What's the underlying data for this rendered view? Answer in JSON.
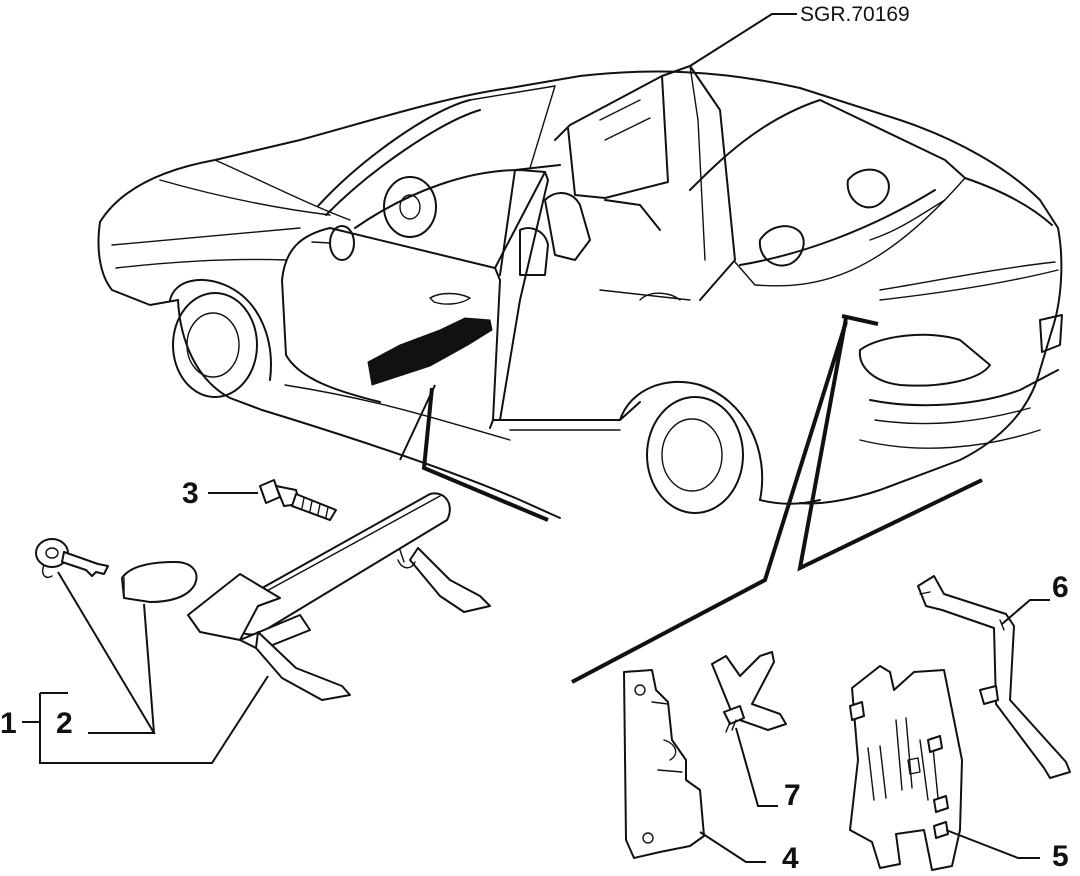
{
  "diagram": {
    "reference_code": "SGR.70169",
    "callouts": {
      "c1": "1",
      "c2": "2",
      "c3": "3",
      "c4": "4",
      "c5": "5",
      "c6": "6",
      "c7": "7"
    }
  }
}
